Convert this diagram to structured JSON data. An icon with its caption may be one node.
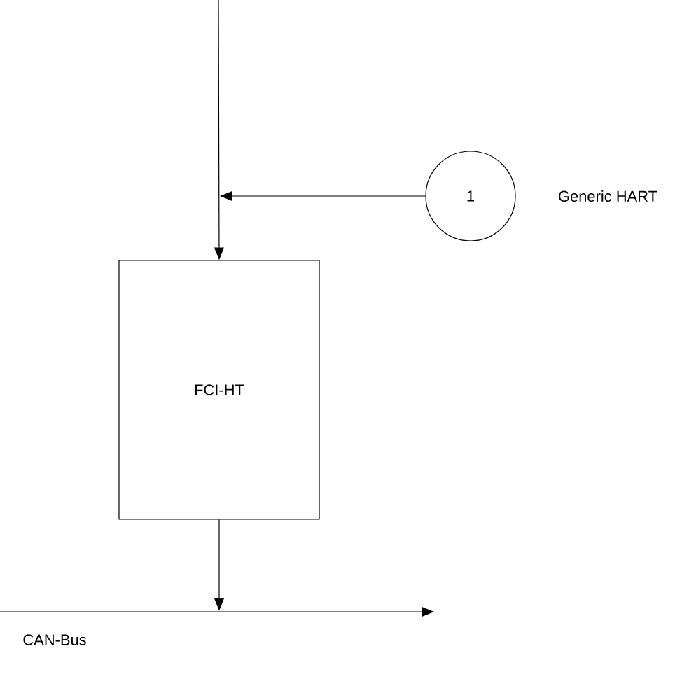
{
  "diagram": {
    "nodes": [
      {
        "text": [
          "1"
        ],
        "beside": [
          "Generic HART"
        ]
      },
      {
        "text": [
          "FCI-HT"
        ]
      },
      {
        "text": [],
        "shape": "bar",
        "beside": [
          "CAN-Bus"
        ]
      }
    ],
    "edges": [
      {
        "from": null,
        "to": 1,
        "arrow": "to"
      },
      {
        "from": 0,
        "to": null,
        "arrow": "to"
      },
      {
        "from": 1,
        "to": 2,
        "arrow": "to"
      }
    ]
  }
}
